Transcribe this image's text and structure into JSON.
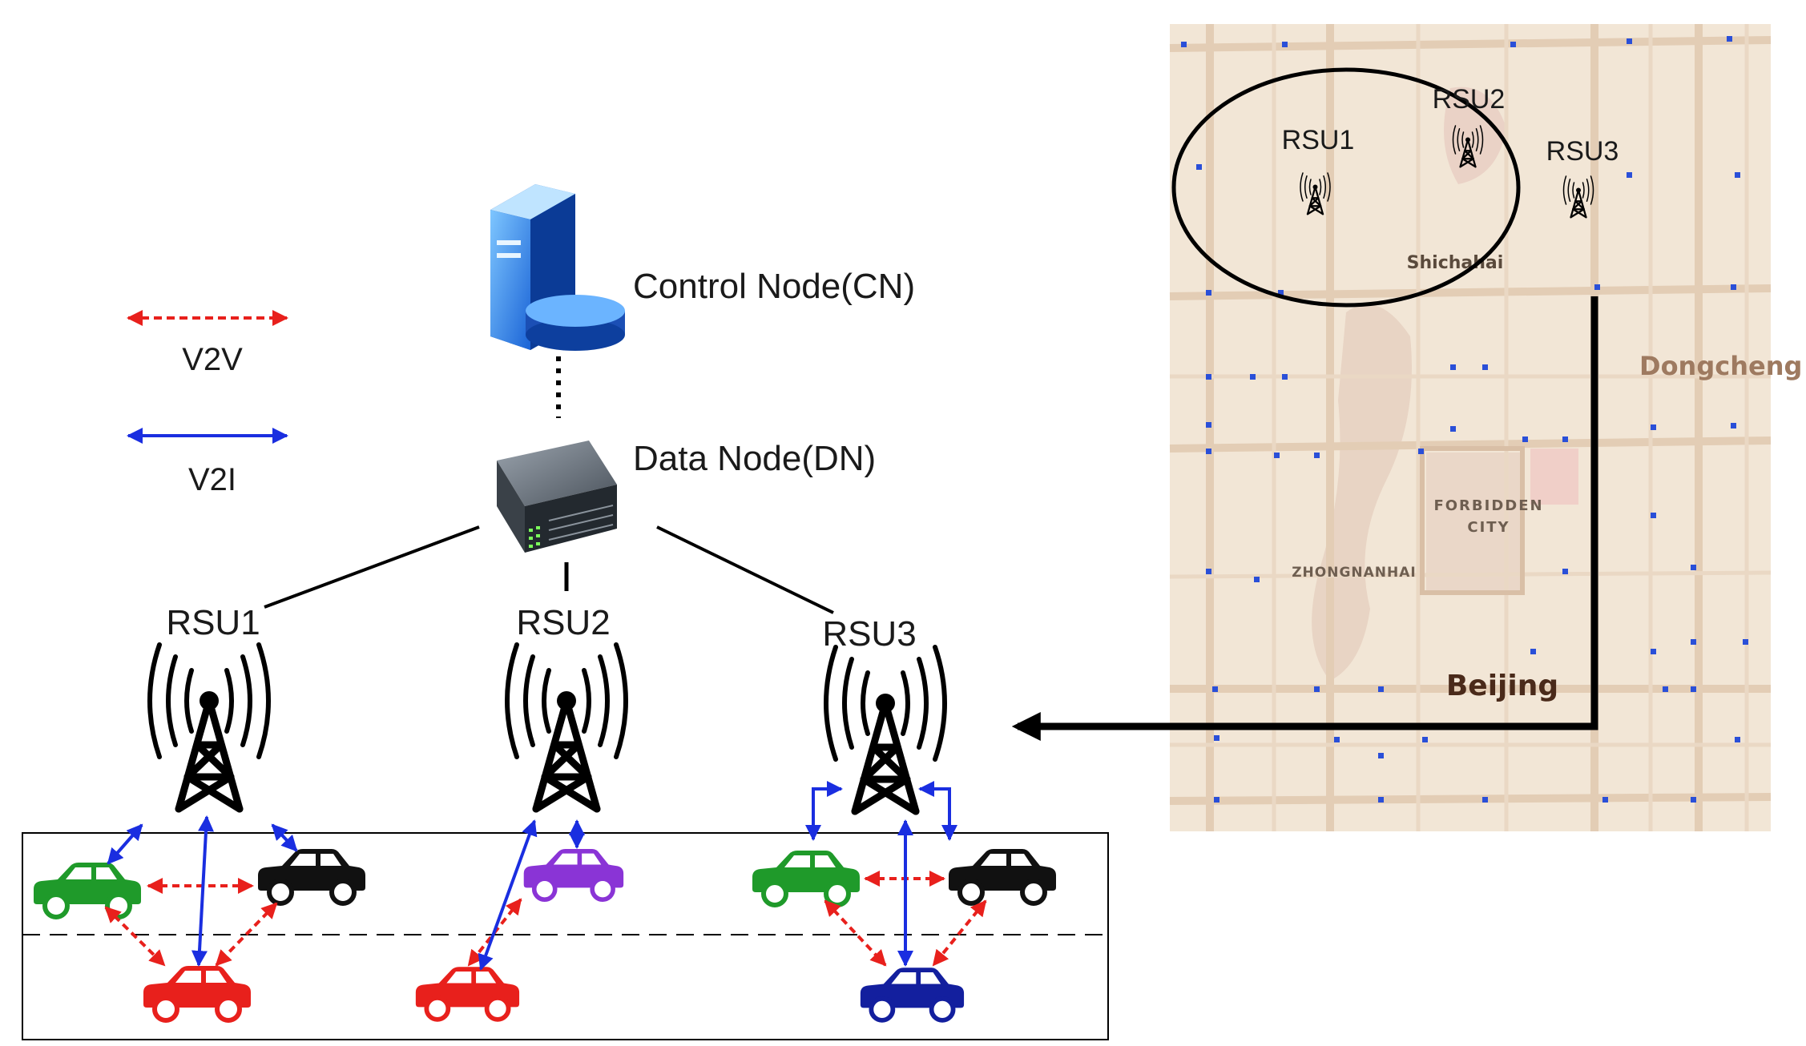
{
  "legend": {
    "v2v_label": "V2V",
    "v2i_label": "V2I"
  },
  "nodes": {
    "control_node": "Control Node(CN)",
    "data_node": "Data Node(DN)"
  },
  "rsus": [
    "RSU1",
    "RSU2",
    "RSU3"
  ],
  "map": {
    "rsus": [
      "RSU1",
      "RSU2",
      "RSU3"
    ],
    "places": {
      "shichahai": "Shichahai",
      "dongcheng": "Dongcheng",
      "forbidden_1": "FORBIDDEN",
      "forbidden_2": "CITY",
      "zhongnanhai": "ZHONGNANHAI",
      "beijing": "Beijing"
    }
  },
  "colors": {
    "v2v": "#e8201c",
    "v2i": "#1a2ee0",
    "car_green": "#1f9a2a",
    "car_black": "#111111",
    "car_red": "#e8201c",
    "car_purple": "#8a34d6",
    "car_blue": "#131f9e",
    "map_bg": "#f2e6d6",
    "rsu_dot": "#2a4fd8"
  }
}
